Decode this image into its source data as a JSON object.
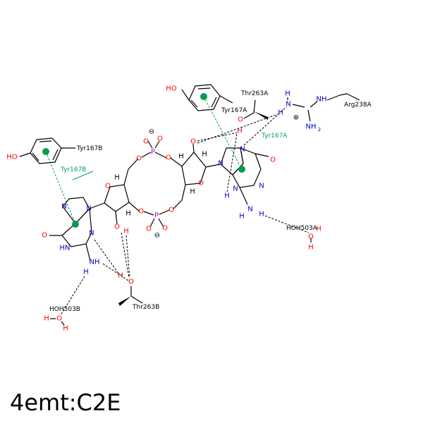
{
  "caption": "4emt:C2E",
  "atoms": {
    "O": "O",
    "N": "N",
    "P": "P",
    "H": "H",
    "HO": "HO",
    "NH": "NH",
    "HN": "HN",
    "NH2": "NH",
    "NH2_sub": "2"
  },
  "residues": {
    "tyr167b_ring": "Tyr167B",
    "tyr167b_contact": "Tyr167B",
    "tyr167a_ring": "Tyr167A",
    "tyr167a_contact": "Tyr167A",
    "thr263a": "Thr263A",
    "thr263b": "Thr263B",
    "arg238a": "Arg238A",
    "hoh503a": "HOH503A",
    "hoh503b": "HOH503B"
  },
  "charges": {
    "minus": "⊖",
    "plus": "⊕"
  },
  "colors": {
    "oxygen": "#ff0000",
    "nitrogen": "#0000cc",
    "phosphorus": "#b000b0",
    "carbon": "#000000",
    "pi_interaction": "#0a9a52"
  }
}
